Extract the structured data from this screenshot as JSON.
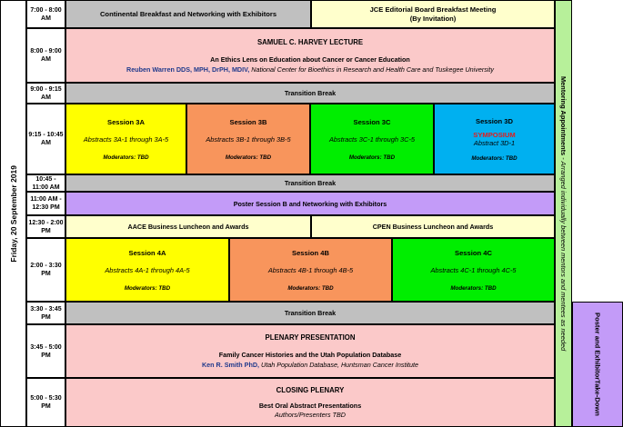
{
  "date_label": "Friday, 20 September 2019",
  "times": [
    "7:00 - 8:00 AM",
    "8:00 - 9:00 AM",
    "9:00 - 9:15 AM",
    "9:15 - 10:45 AM",
    "10:45 - 11:00 AM",
    "11:00 AM - 12:30 PM",
    "12:30 - 2:00 PM",
    "2:00 - 3:30 PM",
    "3:30 - 3:45 PM",
    "3:45 - 5:00 PM",
    "5:00 - 5:30 PM"
  ],
  "breakfast": {
    "left": "Continental Breakfast and Networking with Exhibitors",
    "right_line1": "JCE Editorial Board Breakfast Meeting",
    "right_line2": "(By Invitation)"
  },
  "lecture": {
    "title": "SAMUEL C. HARVEY LECTURE",
    "subtitle": "An Ethics Lens on Education about Cancer or Cancer Education",
    "speaker": "Reuben Warren DDS, MPH, DrPH, MDIV,",
    "affiliation": " National Center for Bioethics in Research and Health Care and Tuskegee University"
  },
  "transition_label": "Transition Break",
  "sessions3": [
    {
      "title": "Session 3A",
      "abstracts": "Abstracts 3A-1 through 3A-5",
      "moderators": "Moderators: TBD"
    },
    {
      "title": "Session 3B",
      "abstracts": "Abstracts 3B-1 through 3B-5",
      "moderators": "Moderators: TBD"
    },
    {
      "title": "Session 3C",
      "abstracts": "Abstracts 3C-1 through 3C-5",
      "moderators": "Moderators: TBD"
    },
    {
      "title": "Session 3D",
      "symposium": "SYMPOSIUM",
      "abstracts": "Abstract 3D-1",
      "moderators": "Moderators: TBD"
    }
  ],
  "poster_b": "Poster Session B and Networking with Exhibitors",
  "luncheon": {
    "left": "AACE Business Luncheon and Awards",
    "right": "CPEN Business Luncheon and Awards"
  },
  "sessions4": [
    {
      "title": "Session 4A",
      "abstracts": "Abstracts 4A-1 through 4A-5",
      "moderators": "Moderators: TBD"
    },
    {
      "title": "Session 4B",
      "abstracts": "Abstracts 4B-1 through 4B-5",
      "moderators": "Moderators: TBD"
    },
    {
      "title": "Session 4C",
      "abstracts": "Abstracts 4C-1 through 4C-5",
      "moderators": "Moderators: TBD"
    }
  ],
  "plenary": {
    "title": "PLENARY PRESENTATION",
    "subtitle": "Family Cancer Histories and the Utah Population Database",
    "speaker": "Ken R. Smith PhD,",
    "affiliation": " Utah Population Database, Huntsman Cancer Institute"
  },
  "closing": {
    "title": "CLOSING PLENARY",
    "subtitle": "Best Oral Abstract Presentations",
    "authors": "Authors/Presenters TBD"
  },
  "mentoring": {
    "title": "Mentoring Appointments",
    "rest": " - Arranged individually between mentors and mentees as needed"
  },
  "poster_takedown": {
    "line1": "Poster and Exhibitor",
    "line2": "Take-Down"
  }
}
